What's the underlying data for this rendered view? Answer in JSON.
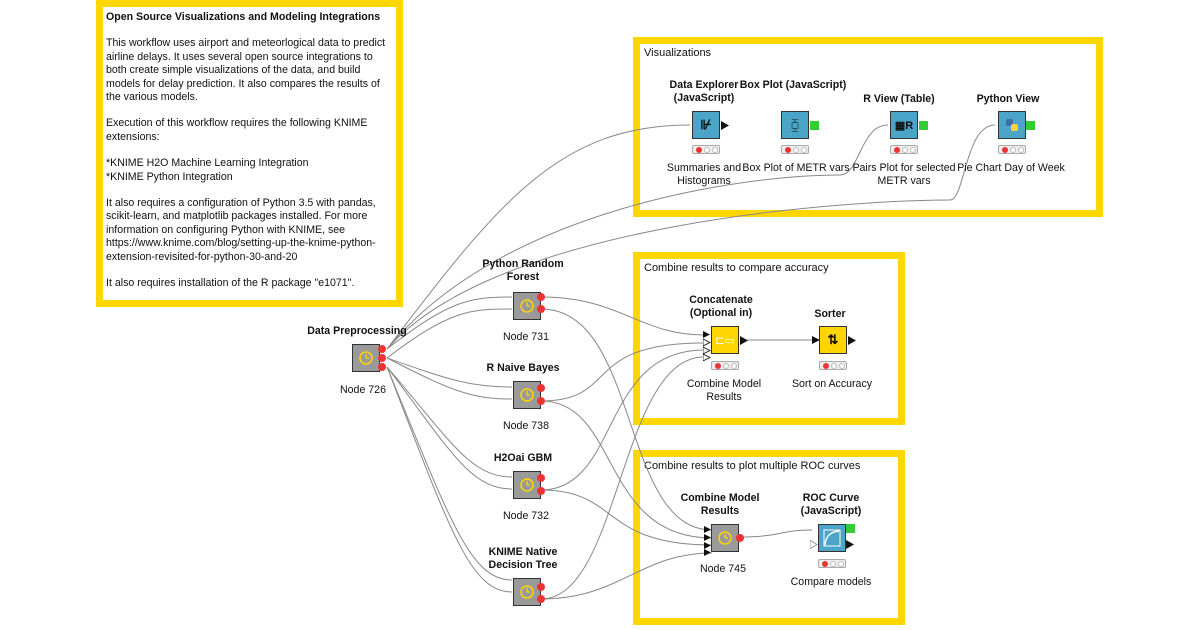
{
  "description": {
    "title": "Open Source Visualizations and Modeling Integrations",
    "p1": "This workflow uses airport and meteorlogical data to predict airline delays. It uses several open source integrations to both create simple visualizations of the data, and build models for delay prediction. It also compares the results of the various models.",
    "p2": "Execution of this workflow requires the following KNIME extensions:",
    "p3a": "*KNIME H2O Machine Learning Integration",
    "p3b": "*KNIME Python Integration",
    "p4": "It also requires a configuration of Python 3.5 with pandas, scikit-learn, and matplotlib packages installed. For more information on configuring Python with KNIME, see https://www.knime.com/blog/setting-up-the-knime-python-extension-revisited-for-python-30-and-20",
    "p5": "It also requires installation of the R package \"e1071\"."
  },
  "annotations": {
    "viz": "Visualizations",
    "acc": "Combine results to compare accuracy",
    "roc": "Combine results to plot multiple ROC curves"
  },
  "nodes": {
    "prep": {
      "title": "Data Preprocessing",
      "label": "Node 726"
    },
    "rf": {
      "title": "Python Random Forest",
      "label": "Node 731"
    },
    "nb": {
      "title": "R Naive Bayes",
      "label": "Node 738"
    },
    "gbm": {
      "title": "H2Oai GBM",
      "label": "Node 732"
    },
    "dt": {
      "title": "KNIME Native Decision Tree",
      "label": ""
    },
    "explorer": {
      "title": "Data Explorer (JavaScript)",
      "label": "Summaries and Histograms"
    },
    "boxplot": {
      "title": "Box Plot (JavaScript)",
      "label": "Box Plot of METR vars"
    },
    "rview": {
      "title": "R View (Table)",
      "label": "Pairs Plot for selected METR vars"
    },
    "pyview": {
      "title": "Python View",
      "label": "Pie Chart Day of Week"
    },
    "concat": {
      "title": "Concatenate (Optional in)",
      "label": "Combine Model Results"
    },
    "sorter": {
      "title": "Sorter",
      "label": "Sort on Accuracy"
    },
    "combine": {
      "title": "Combine Model Results",
      "label": "Node 745"
    },
    "roc": {
      "title": "ROC Curve (JavaScript)",
      "label": "Compare models"
    }
  },
  "colors": {
    "accent": "#ffd700",
    "metanode": "#9a9a9a",
    "view": "#4aa5c8",
    "manip": "#ffd500",
    "port_red": "#e33",
    "port_green": "#3c3"
  }
}
